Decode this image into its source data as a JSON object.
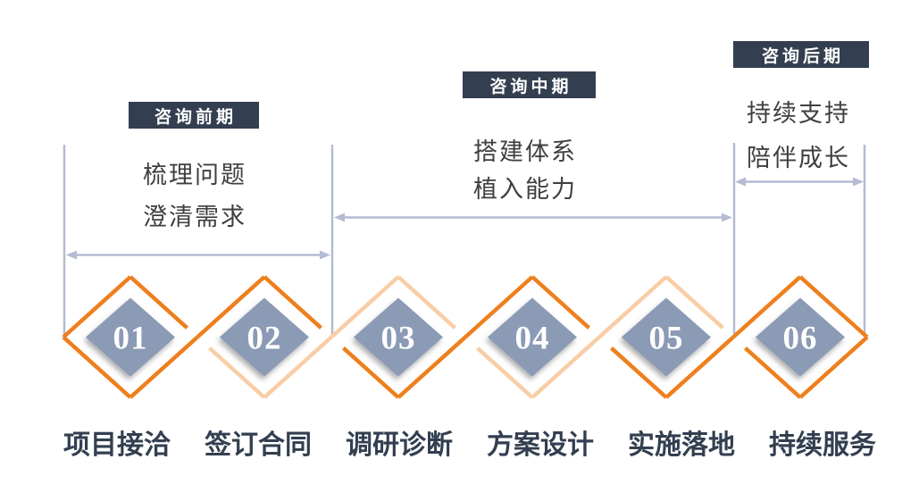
{
  "phases": [
    {
      "badge": "咨询前期",
      "desc_line1": "梳理问题",
      "desc_line2": "澄清需求"
    },
    {
      "badge": "咨询中期",
      "desc_line1": "搭建体系",
      "desc_line2": "植入能力"
    },
    {
      "badge": "咨询后期",
      "desc_line1": "持续支持",
      "desc_line2": "陪伴成长"
    }
  ],
  "steps": [
    {
      "number": "01",
      "label": "项目接洽"
    },
    {
      "number": "02",
      "label": "签订合同"
    },
    {
      "number": "03",
      "label": "调研诊断"
    },
    {
      "number": "04",
      "label": "方案设计"
    },
    {
      "number": "05",
      "label": "实施落地"
    },
    {
      "number": "06",
      "label": "持续服务"
    }
  ],
  "colors": {
    "accent_orange": "#EE7F1E",
    "accent_orange_light": "#F9CDA5",
    "diamond_fill": "#8B9AB5",
    "badge_bg": "#333F50",
    "badge_text": "#FFFFFF",
    "desc_text": "#3F3F3F",
    "step_label": "#333F50",
    "number_text": "#FFFFFF",
    "bracket_line": "#B3BCD3"
  }
}
